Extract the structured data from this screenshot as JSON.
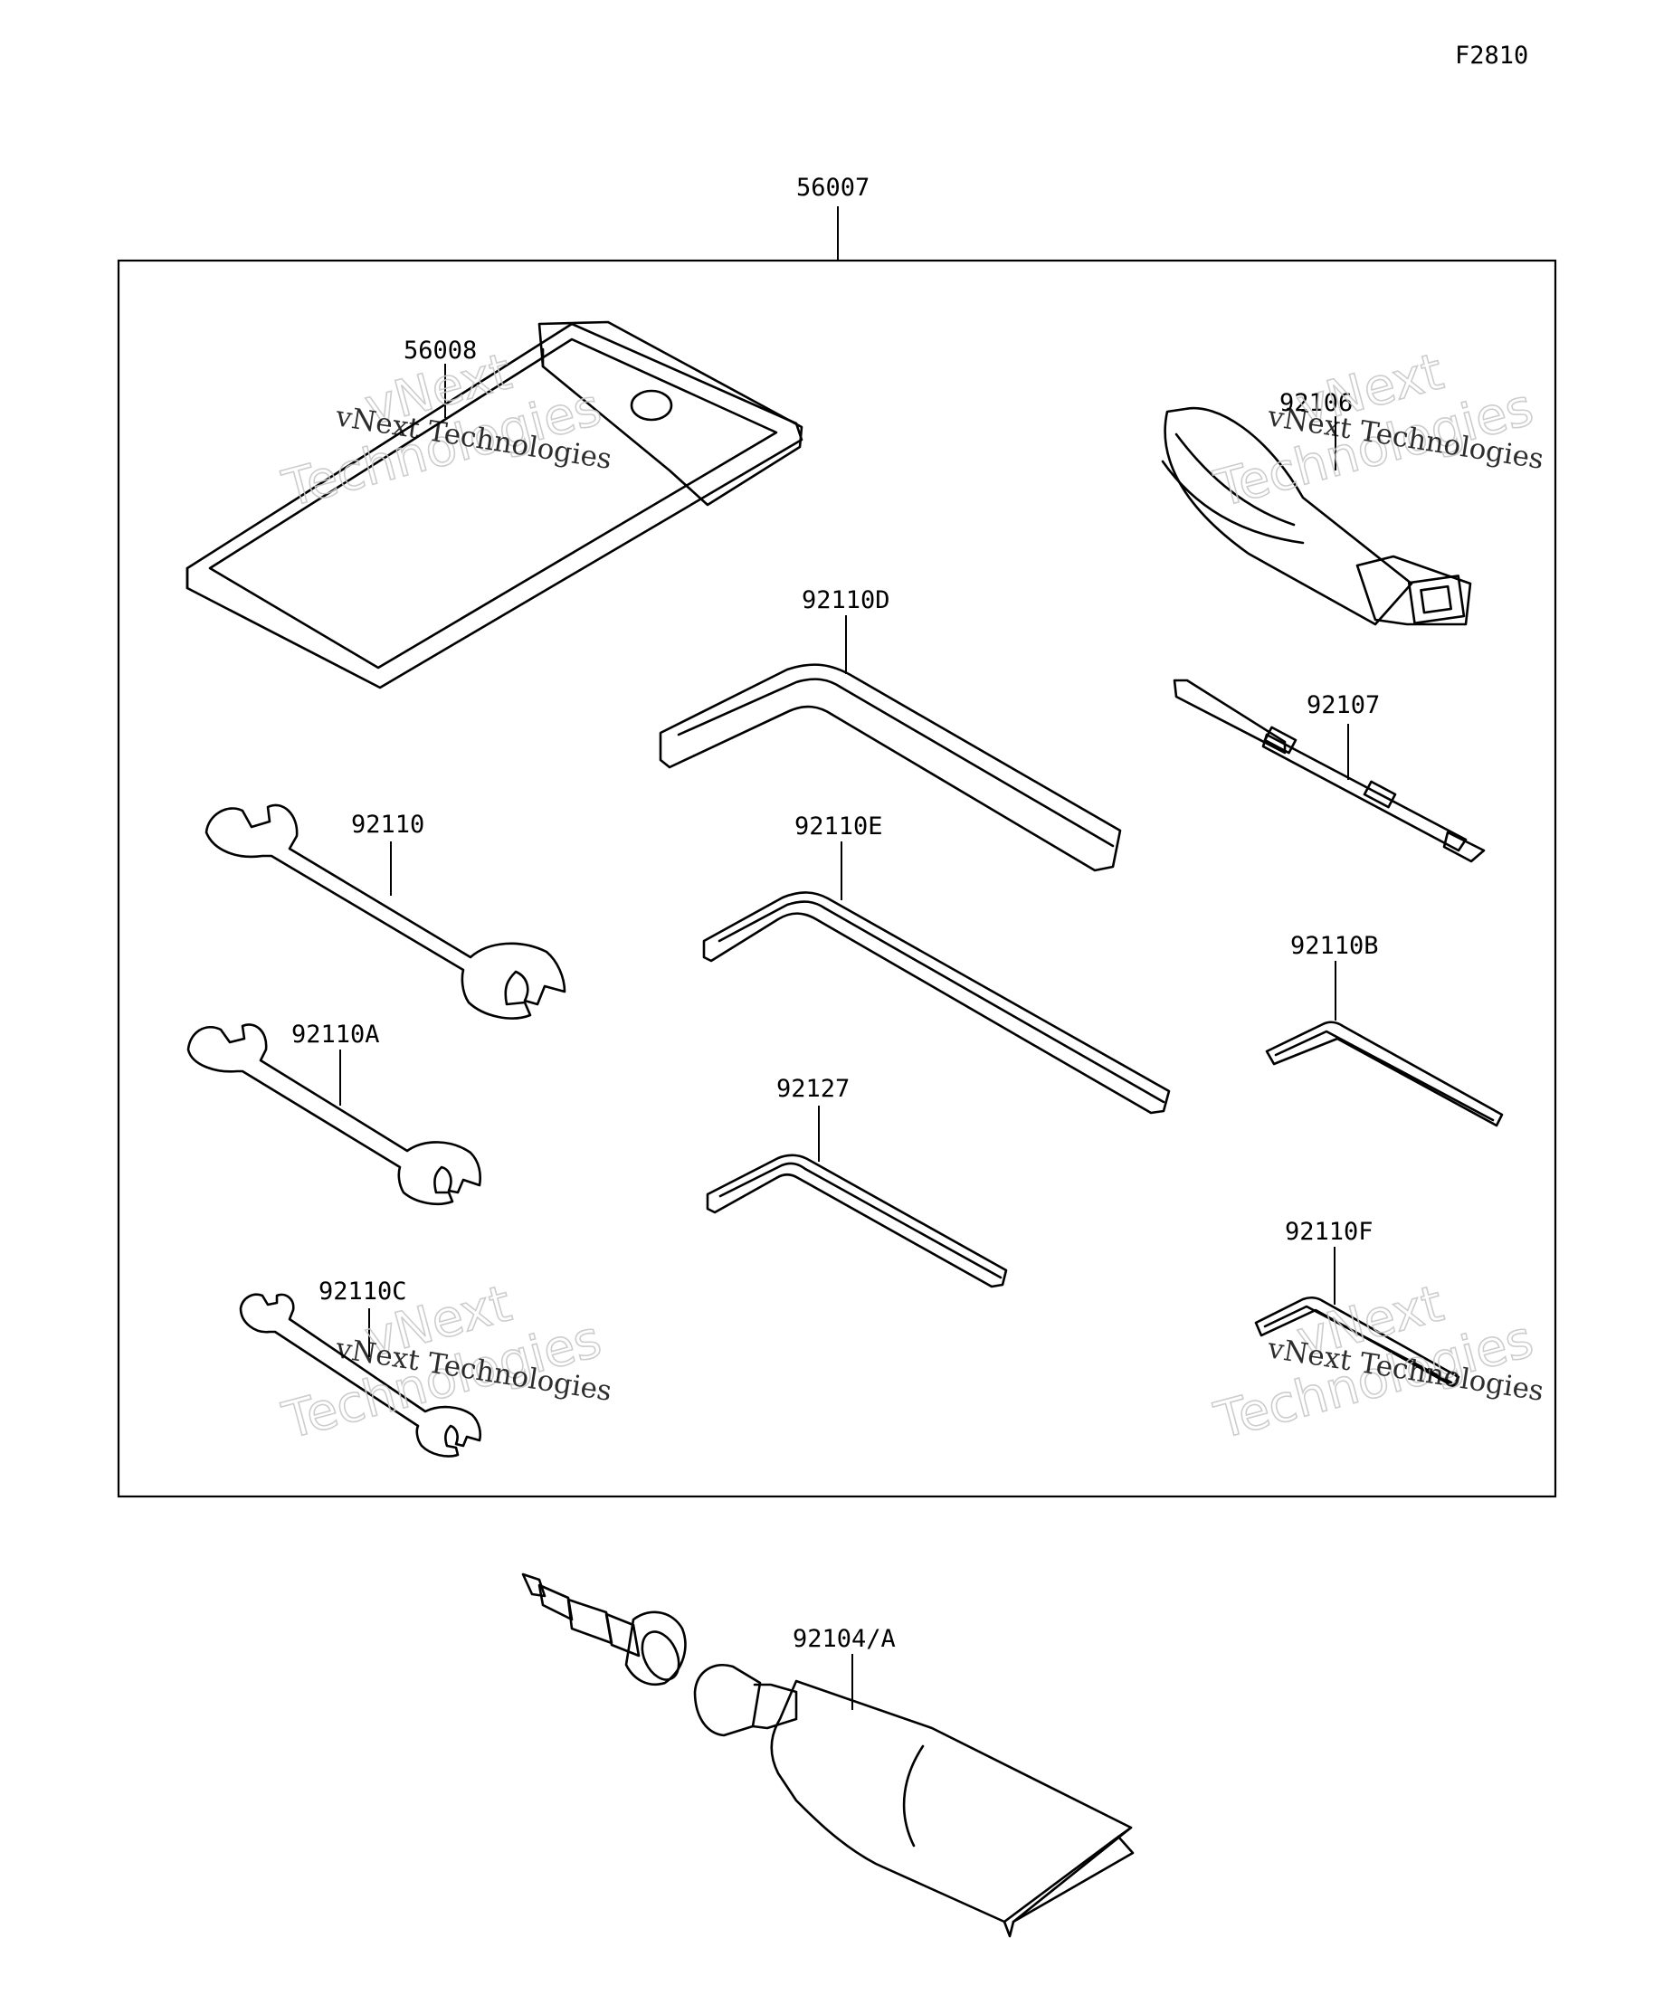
{
  "figure_id": "F2810",
  "kit_label": "56007",
  "parts": [
    {
      "id": "56008",
      "name": "tool-pouch"
    },
    {
      "id": "92106",
      "name": "screwdriver-handle"
    },
    {
      "id": "92110D",
      "name": "hex-wrench-large"
    },
    {
      "id": "92107",
      "name": "screwdriver-bit"
    },
    {
      "id": "92110",
      "name": "open-end-wrench-large"
    },
    {
      "id": "92110E",
      "name": "hex-wrench-long"
    },
    {
      "id": "92110B",
      "name": "hex-wrench-small"
    },
    {
      "id": "92110A",
      "name": "open-end-wrench-medium"
    },
    {
      "id": "92127",
      "name": "hex-wrench-medium"
    },
    {
      "id": "92110F",
      "name": "hex-wrench-tiny"
    },
    {
      "id": "92110C",
      "name": "open-end-wrench-small"
    },
    {
      "id": "92104/A",
      "name": "grease-tube"
    }
  ],
  "watermark": {
    "line1": "vNext Technologies",
    "line2a": "vNext",
    "line2b": "Technologies"
  }
}
